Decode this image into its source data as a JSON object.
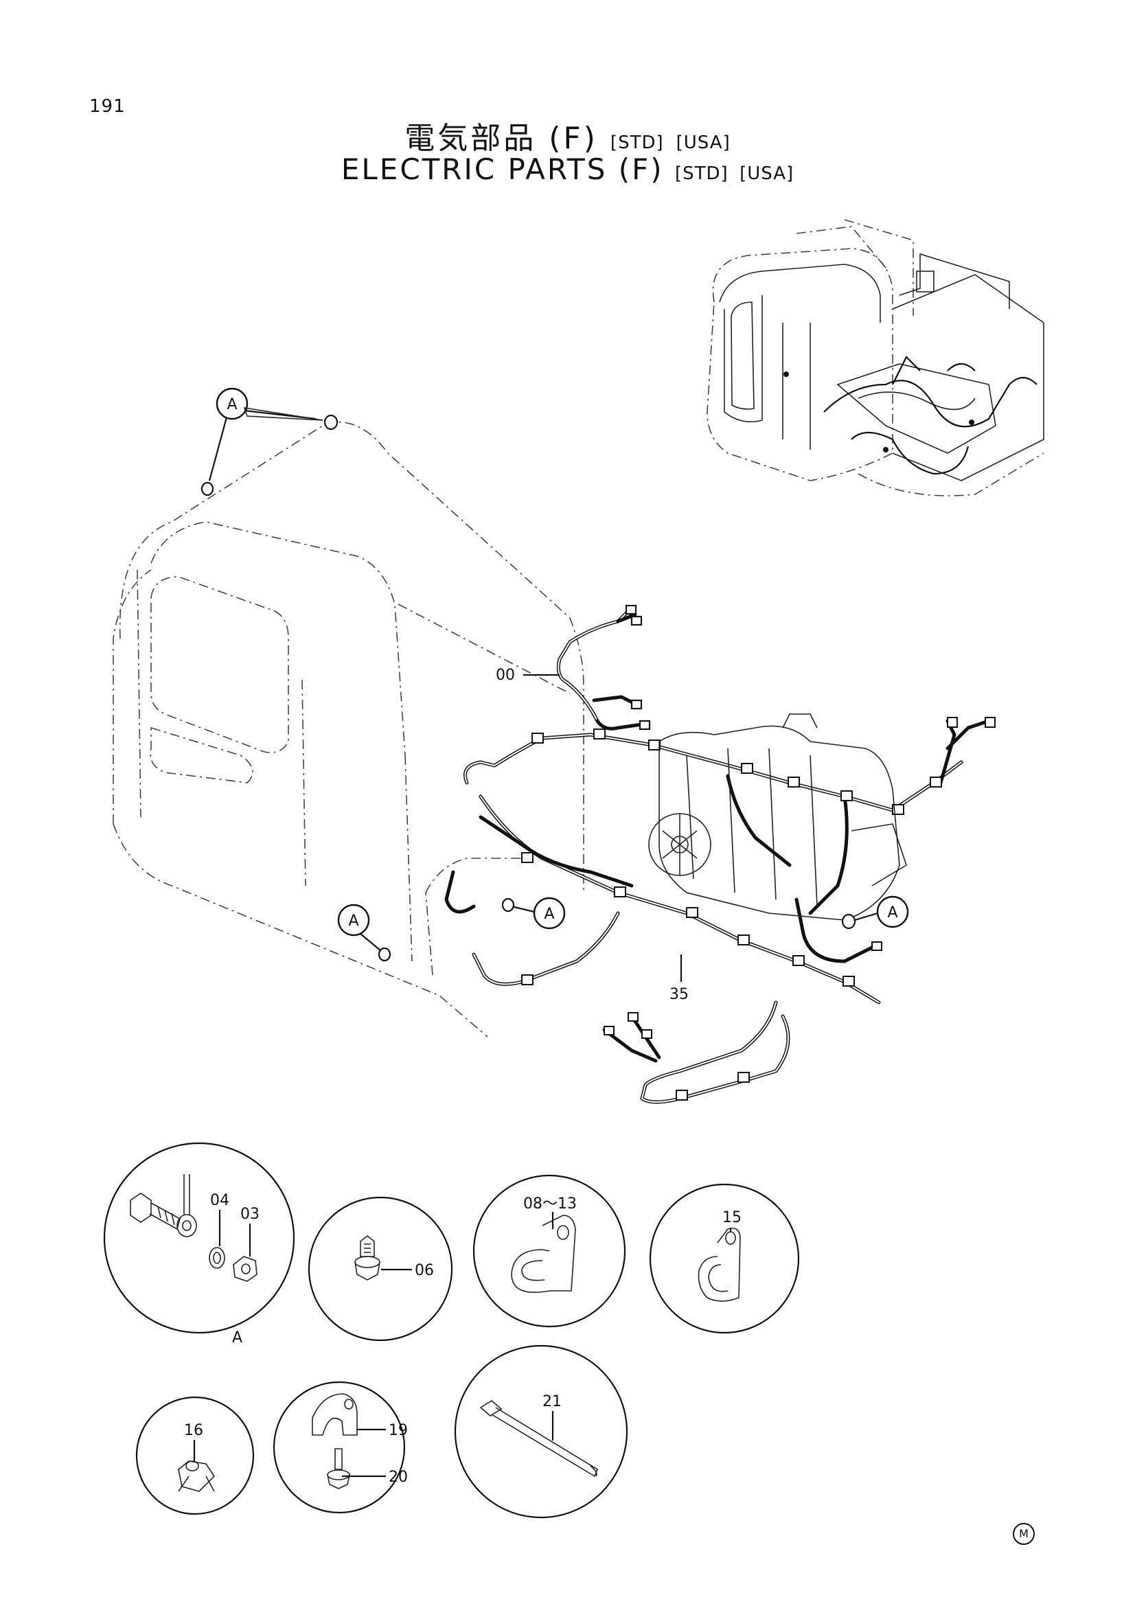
{
  "page": {
    "number": "191",
    "mark": "M"
  },
  "title": {
    "jp": "電気部品 (F)",
    "en": "ELECTRIC PARTS (F)",
    "tag_std": "[STD]",
    "tag_usa": "[USA]"
  },
  "labels": {
    "harness_cab": "00",
    "harness_main": "35",
    "detail_ref": "A"
  },
  "details": {
    "a": {
      "label_washer": "04",
      "label_nut": "03",
      "caption": "A"
    },
    "bolt": {
      "label": "06"
    },
    "clamp_range": {
      "label": "08～13"
    },
    "clamp": {
      "label": "15"
    },
    "clip": {
      "label": "16"
    },
    "clamp_bolt": {
      "label_clamp": "19",
      "label_bolt": "20"
    },
    "cable_tie": {
      "label": "21"
    }
  }
}
